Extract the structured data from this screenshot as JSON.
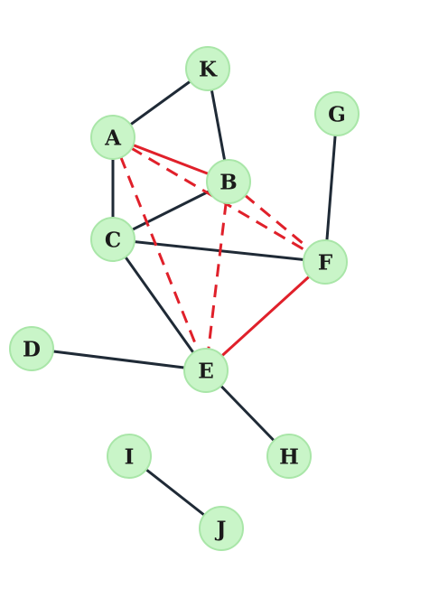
{
  "graph": {
    "colors": {
      "node_fill": "#c9f5c8",
      "dark_edge": "#1f2a36",
      "red_edge": "#e0202a"
    },
    "nodes": [
      {
        "id": "K",
        "label": "K"
      },
      {
        "id": "G",
        "label": "G"
      },
      {
        "id": "A",
        "label": "A"
      },
      {
        "id": "B",
        "label": "B"
      },
      {
        "id": "C",
        "label": "C"
      },
      {
        "id": "F",
        "label": "F"
      },
      {
        "id": "D",
        "label": "D"
      },
      {
        "id": "E",
        "label": "E"
      },
      {
        "id": "H",
        "label": "H"
      },
      {
        "id": "I",
        "label": "I"
      },
      {
        "id": "J",
        "label": "J"
      }
    ],
    "edges": [
      {
        "from": "A",
        "to": "K",
        "style": "solid-dark"
      },
      {
        "from": "K",
        "to": "B",
        "style": "solid-dark"
      },
      {
        "from": "A",
        "to": "C",
        "style": "solid-dark"
      },
      {
        "from": "C",
        "to": "B",
        "style": "solid-dark"
      },
      {
        "from": "C",
        "to": "F",
        "style": "solid-dark"
      },
      {
        "from": "C",
        "to": "E",
        "style": "solid-dark"
      },
      {
        "from": "G",
        "to": "F",
        "style": "solid-dark"
      },
      {
        "from": "D",
        "to": "E",
        "style": "solid-dark"
      },
      {
        "from": "E",
        "to": "H",
        "style": "solid-dark"
      },
      {
        "from": "I",
        "to": "J",
        "style": "solid-dark"
      },
      {
        "from": "A",
        "to": "B",
        "style": "solid-red"
      },
      {
        "from": "E",
        "to": "F",
        "style": "solid-red"
      },
      {
        "from": "A",
        "to": "E",
        "style": "dashed-red"
      },
      {
        "from": "B",
        "to": "E",
        "style": "dashed-red"
      },
      {
        "from": "A",
        "to": "F",
        "style": "dashed-red"
      },
      {
        "from": "B",
        "to": "F",
        "style": "dashed-red"
      }
    ]
  }
}
